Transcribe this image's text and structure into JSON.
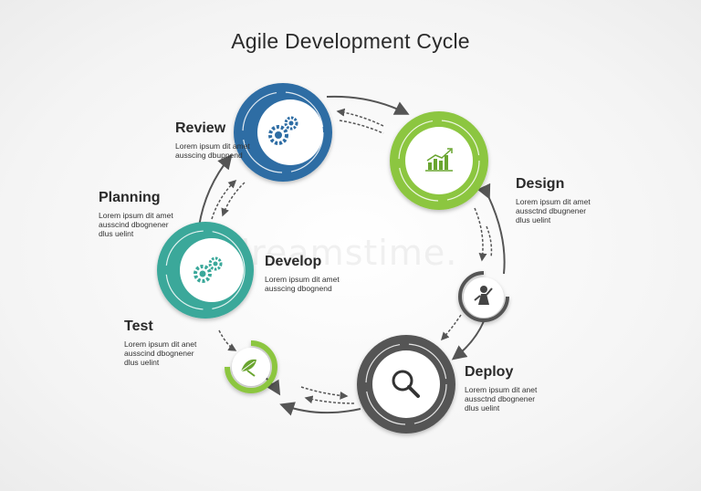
{
  "title": "Agile Development Cycle",
  "watermark": "dreamstime.",
  "colors": {
    "blue": "#2e6da4",
    "green": "#8cc63f",
    "teal": "#3aa89a",
    "gray": "#555555",
    "arrow": "#555555",
    "icon_blue": "#2e6da4",
    "icon_teal": "#3aa89a"
  },
  "stages": {
    "review": {
      "title": "Review",
      "text": "Lorem ipsum dit amet\nausscing dbupnend",
      "icon": "gears-icon"
    },
    "design": {
      "title": "Design",
      "text": "Lorem ipsum dit amet\naussctnd dbugnener\ndlus uelint",
      "icon": "chart-icon"
    },
    "planning": {
      "title": "Planning",
      "text": "Lorem ipsum dit amet\nausscind dbognener\ndlus uelint",
      "icon": "gears-icon"
    },
    "develop": {
      "title": "Develop",
      "text": "Lorem ipsum dit amet\nausscing dbognend",
      "icon": "gears-icon"
    },
    "test": {
      "title": "Test",
      "text": "Lorem ipsum dit anet\nausscind dbognener\ndlus uelint",
      "icon": "leaf-icon"
    },
    "deploy": {
      "title": "Deploy",
      "text": "Lorem ipsum dit anet\naussctnd dbognener\ndlus uelint",
      "icon": "magnifier-icon"
    },
    "person_node": {
      "icon": "person-icon"
    }
  }
}
